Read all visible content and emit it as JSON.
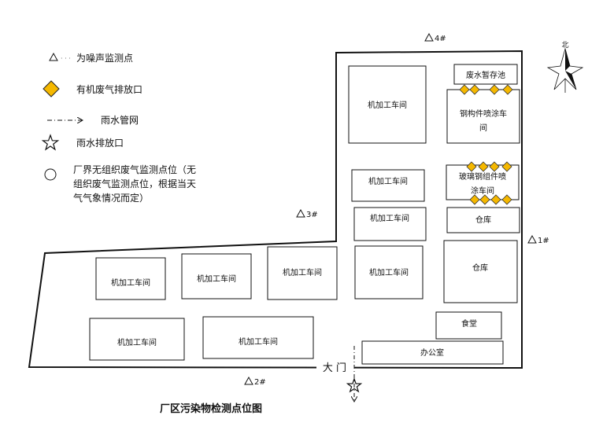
{
  "title": "厂区污染物检测点位图",
  "north_label": "北",
  "gate_label": "大 门",
  "legend": {
    "noise": "为噪声监测点",
    "organic": "有机废气排放口",
    "pipe": "雨水管网",
    "outlet": "雨水排放口",
    "fugitive_line1": "厂界无组织废气监测点位（无",
    "fugitive_line2": "组织废气监测点位，根据当天",
    "fugitive_line3": "气气象情况而定）"
  },
  "monitor_points": {
    "p1": "1#",
    "p2": "2#",
    "p3": "3#",
    "p4": "4#"
  },
  "buildings": {
    "b1": "机加工车间",
    "b2_line1": "钢构件喷涂车",
    "b2_line2": "间",
    "b3": "废水暂存池",
    "b4": "机加工车间",
    "b5_line1": "玻璃钢组件喷",
    "b5_line2": "涂车间",
    "b6": "机加工车间",
    "b7": "仓库",
    "b8": "机加工车间",
    "b9": "机加工车间",
    "b10": "机加工车间",
    "b11": "机加工车间",
    "b12": "仓库",
    "b13": "机加工车间",
    "b14": "机加工车间",
    "b15": "食堂",
    "b16": "办公室"
  },
  "colors": {
    "organic_fill": "#F5B800",
    "line": "#111111"
  }
}
